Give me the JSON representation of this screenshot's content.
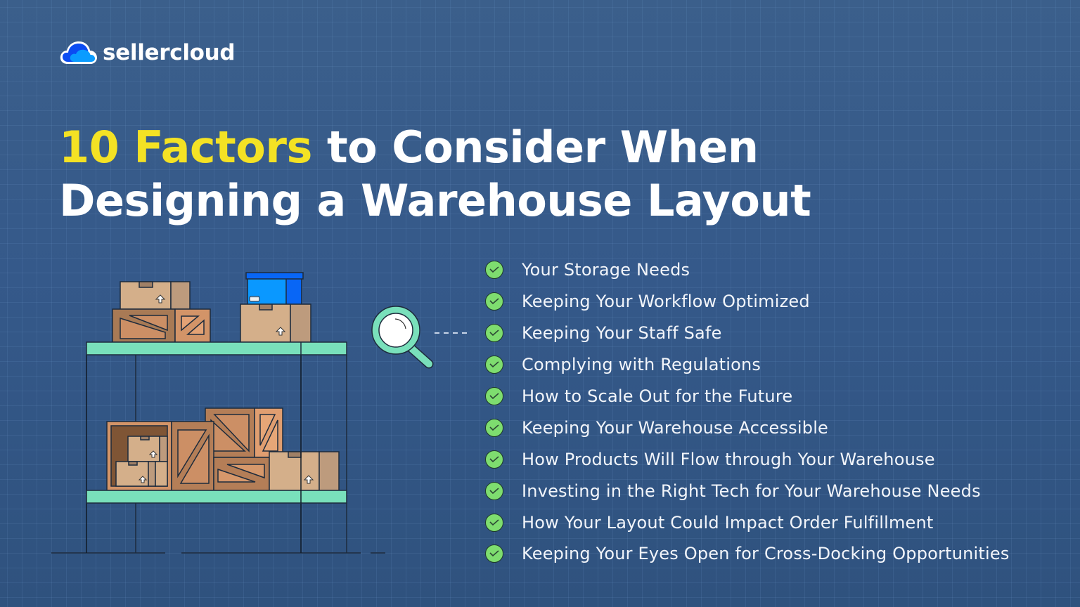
{
  "brand": {
    "name": "sellercloud",
    "icon": "cloud-icon",
    "colors": {
      "cloud_dark": "#0b4cf2",
      "cloud_light": "#0a9cff"
    }
  },
  "title": {
    "highlight": "10 Factors",
    "line1_rest": " to Consider When",
    "line2": "Designing a Warehouse Layout",
    "colors": {
      "highlight": "#f4e224",
      "text": "#ffffff"
    }
  },
  "illustration": {
    "subject": "warehouse shelf with boxes and crates",
    "magnifier_icon": "magnifying-glass-icon",
    "colors": {
      "shelf": "#79e0bb",
      "cardboard": "#d4af8a",
      "crate": "#d08a5f",
      "blue_box": "#0a98ff"
    }
  },
  "factors": {
    "icon": "check-circle-icon",
    "check_color": "#7edd6f",
    "items": [
      "Your Storage Needs",
      "Keeping Your Workflow Optimized",
      "Keeping Your Staff Safe",
      "Complying with Regulations",
      "How to Scale Out for the Future",
      "Keeping Your Warehouse Accessible",
      "How Products Will Flow through Your Warehouse",
      "Investing in the Right Tech for Your Warehouse Needs",
      "How Your Layout Could Impact Order Fulfillment",
      "Keeping Your Eyes Open for Cross-Docking Opportunities"
    ]
  },
  "background": {
    "color": "#3a5e8a",
    "grid": true
  }
}
